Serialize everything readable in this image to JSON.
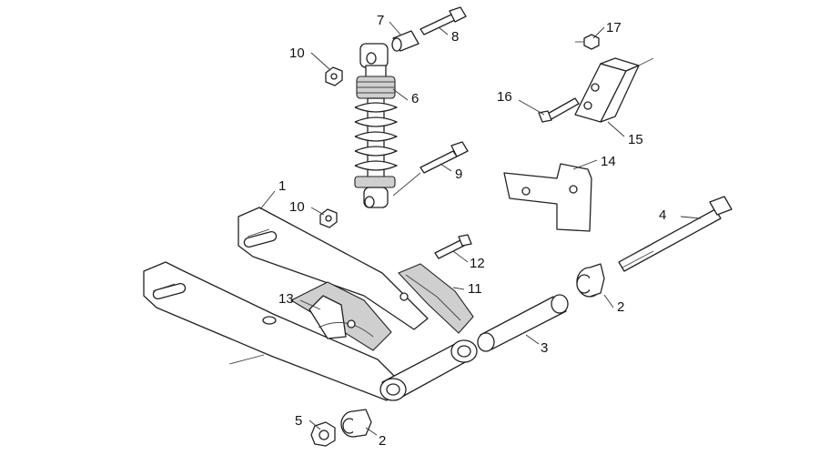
{
  "diagram": {
    "callouts": [
      {
        "id": "c1",
        "text": "1"
      },
      {
        "id": "c2a",
        "text": "2"
      },
      {
        "id": "c2b",
        "text": "2"
      },
      {
        "id": "c3",
        "text": "3"
      },
      {
        "id": "c4",
        "text": "4"
      },
      {
        "id": "c5",
        "text": "5"
      },
      {
        "id": "c6",
        "text": "6"
      },
      {
        "id": "c7",
        "text": "7"
      },
      {
        "id": "c8",
        "text": "8"
      },
      {
        "id": "c9",
        "text": "9"
      },
      {
        "id": "c10a",
        "text": "10"
      },
      {
        "id": "c10b",
        "text": "10"
      },
      {
        "id": "c11",
        "text": "11"
      },
      {
        "id": "c12",
        "text": "12"
      },
      {
        "id": "c13",
        "text": "13"
      },
      {
        "id": "c14",
        "text": "14"
      },
      {
        "id": "c15",
        "text": "15"
      },
      {
        "id": "c16",
        "text": "16"
      },
      {
        "id": "c17",
        "text": "17"
      }
    ]
  }
}
